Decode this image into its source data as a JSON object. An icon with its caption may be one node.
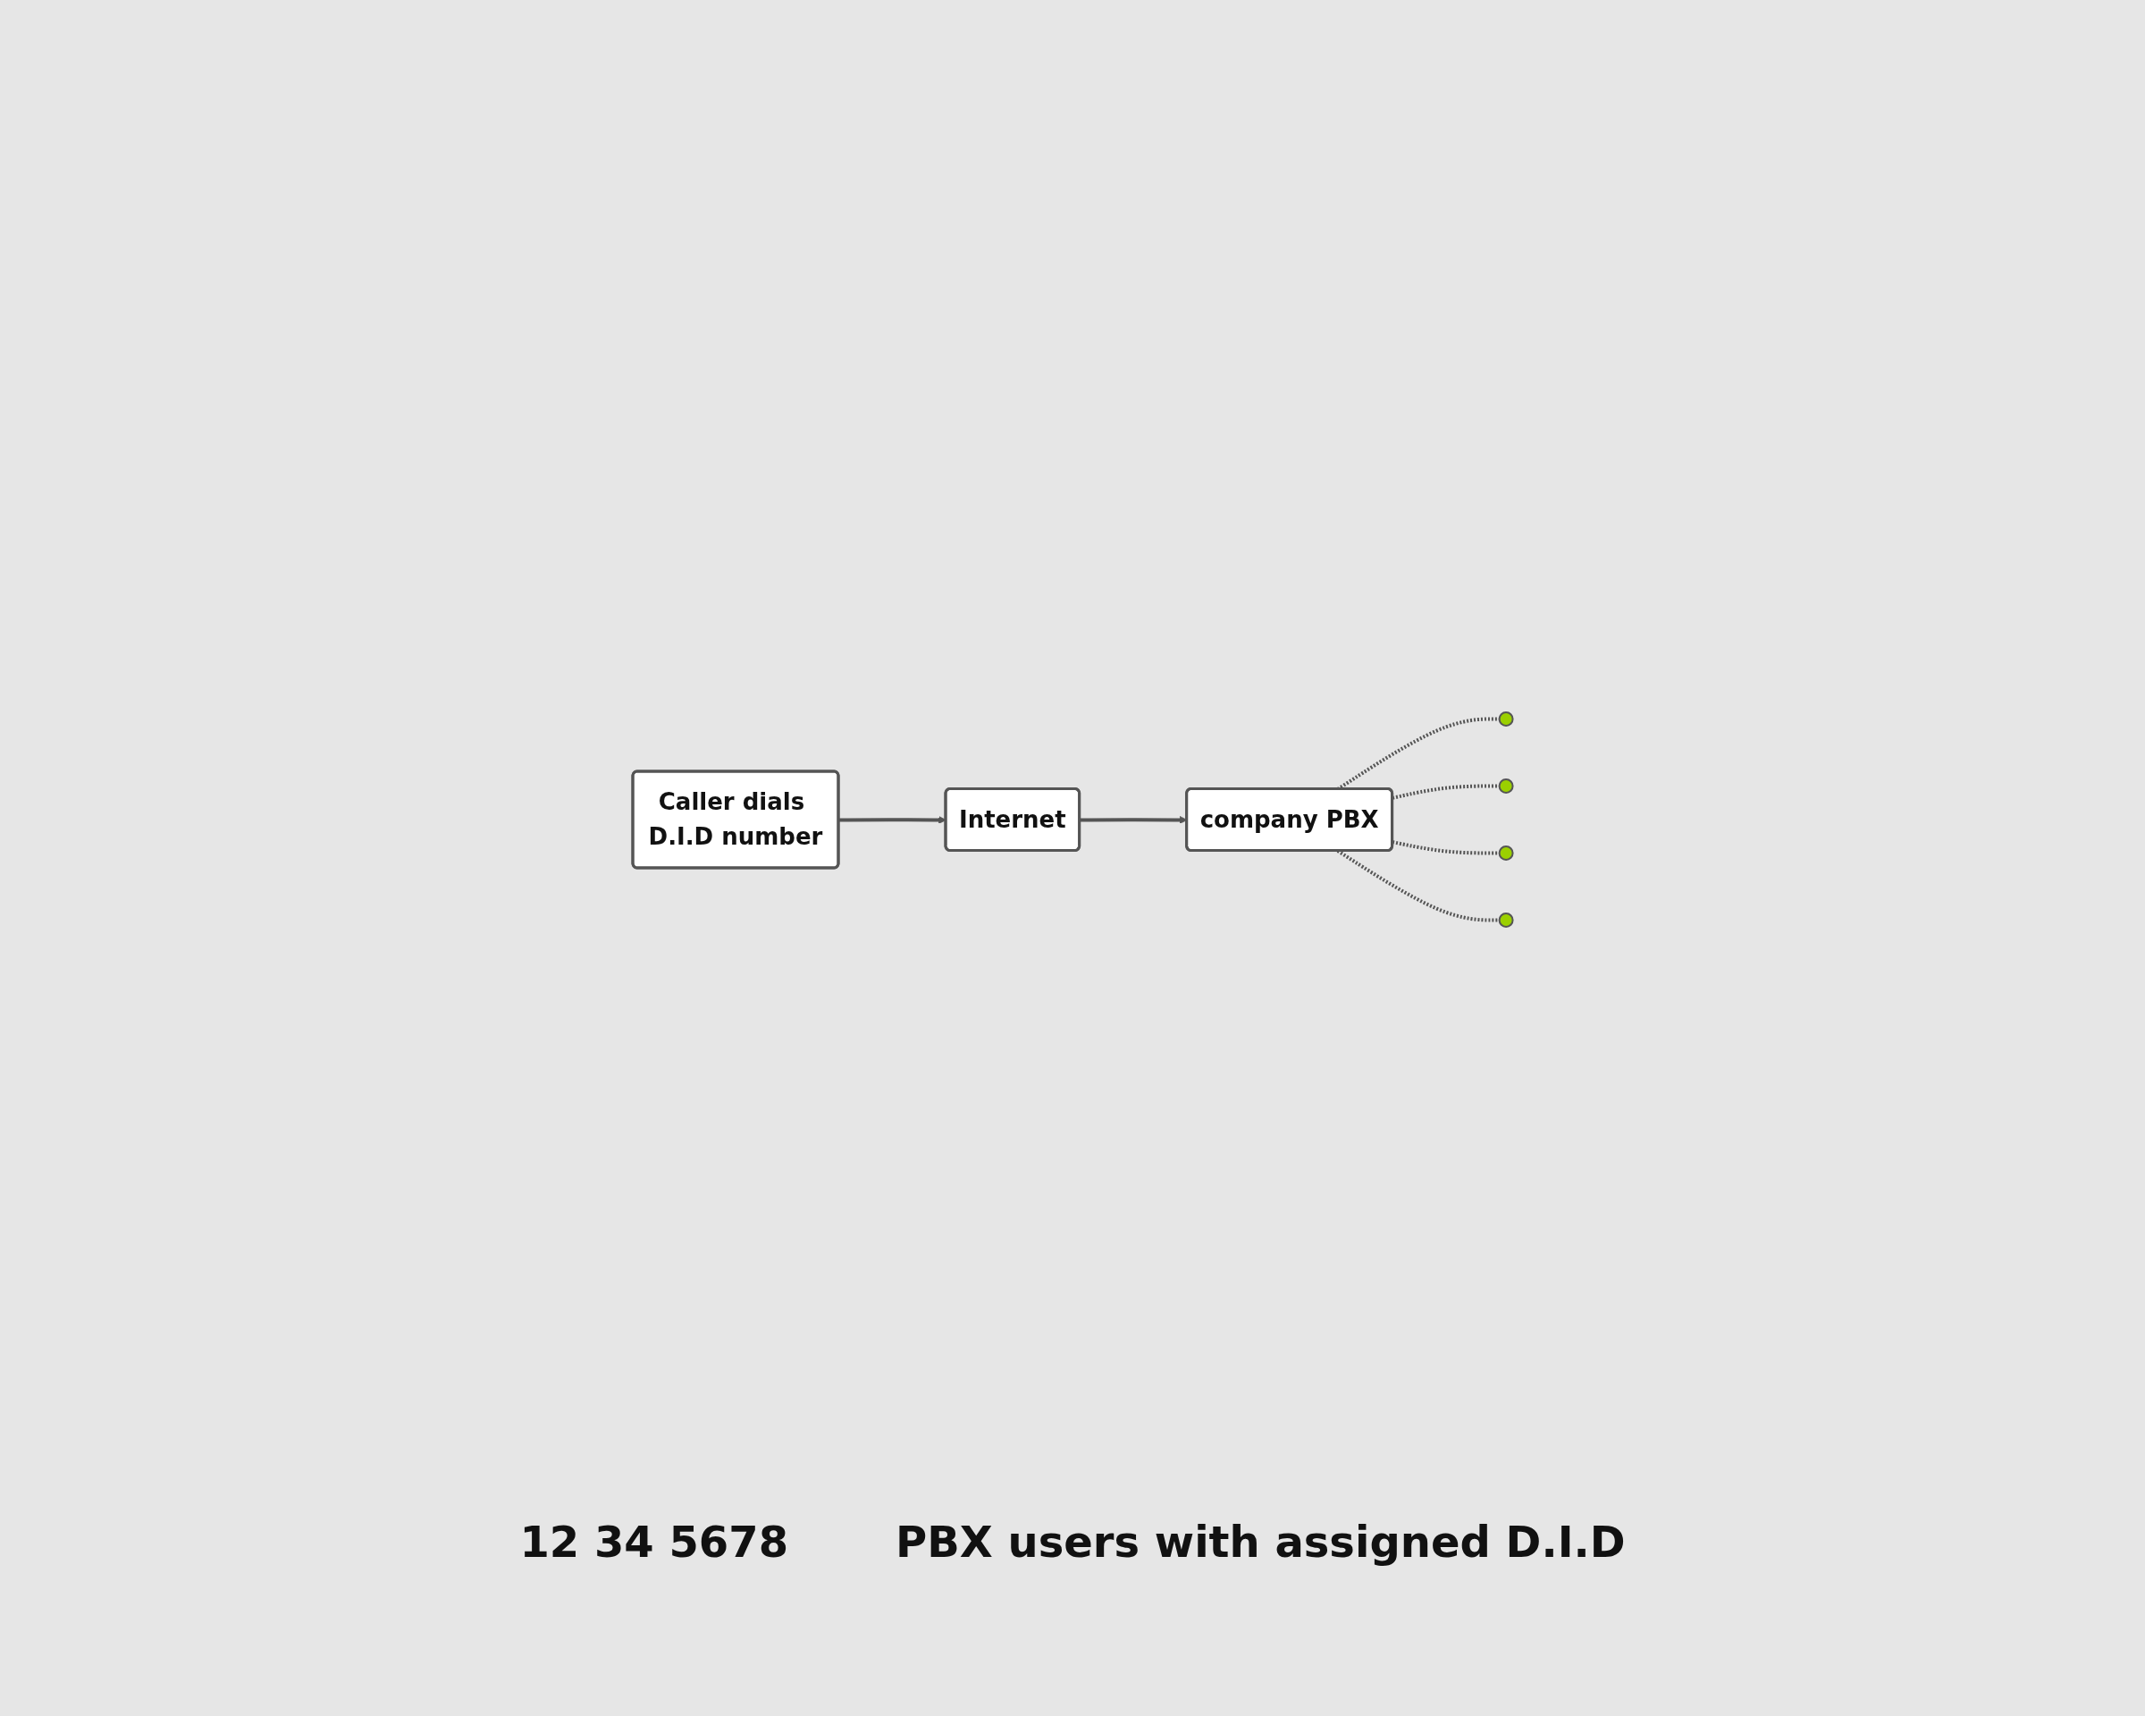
{
  "diagram": {
    "nodes": [
      {
        "text": [
          "Caller dials D.I.D number"
        ]
      },
      {
        "text": [
          "Internet"
        ]
      },
      {
        "text": [
          "company PBX"
        ]
      },
      {
        "text": [],
        "shape": "person"
      },
      {
        "text": [],
        "shape": "person"
      },
      {
        "text": [],
        "shape": "person"
      },
      {
        "text": [],
        "shape": "person"
      }
    ],
    "edges": [
      {
        "from": 0,
        "to": 1,
        "arrow": "to"
      },
      {
        "from": 1,
        "to": 2,
        "arrow": "to"
      },
      {
        "from": 2,
        "to": 3,
        "arrow": "none",
        "style": "dashed"
      },
      {
        "from": 2,
        "to": 4,
        "arrow": "none",
        "style": "dashed"
      },
      {
        "from": 2,
        "to": 5,
        "arrow": "none",
        "style": "dashed"
      },
      {
        "from": 2,
        "to": 6,
        "arrow": "none",
        "style": "dashed"
      }
    ],
    "labels": [
      "12 34 5678",
      "PBX users with assigned D.I.D"
    ]
  }
}
